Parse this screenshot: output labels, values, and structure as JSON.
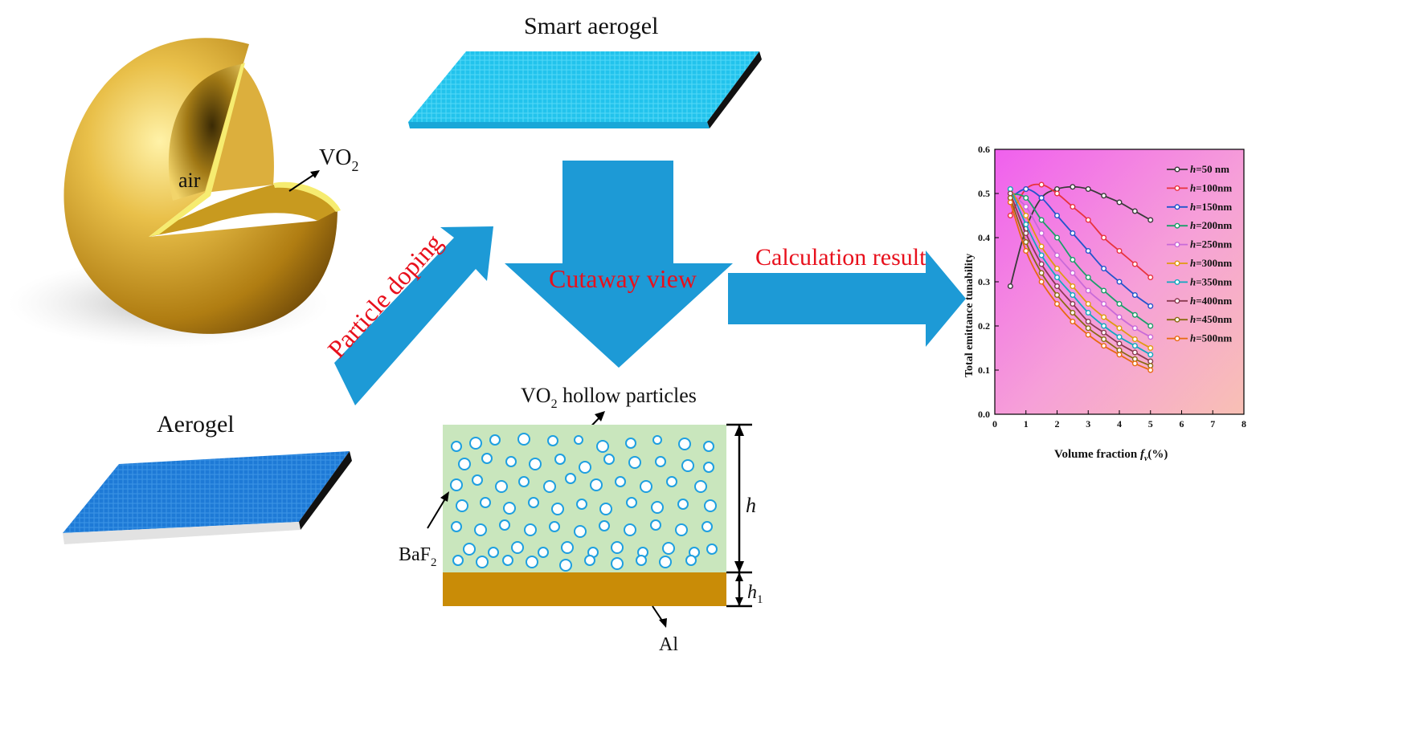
{
  "labels": {
    "smart_aerogel": "Smart aerogel",
    "air": "air",
    "vo2": "VO",
    "vo2_sub": "2",
    "particle_doping": "Particle doping",
    "cutaway_view": "Cutaway view",
    "calculation_result": "Calculation result",
    "aerogel": "Aerogel",
    "vo2_hollow_pre": "VO",
    "vo2_hollow_sub": "2",
    "vo2_hollow_post": " hollow particles",
    "baf": "BaF",
    "baf_sub": "2",
    "al": "Al",
    "h": "h",
    "h1": "h",
    "h1_sub": "1"
  },
  "colors": {
    "film": "#c9e6bd",
    "substrate": "#c98c07",
    "arrow": "#1d9ad6",
    "shell": "#e2b43a",
    "shell_rim": "#f5e86a",
    "red_text": "#e8101c"
  },
  "chart_data": {
    "type": "line",
    "xlabel_prefix": "Volume fraction ",
    "xlabel_var": "f",
    "xlabel_sub": "v",
    "xlabel_suffix": "(%)",
    "ylabel": "Total emittance tunability",
    "xlim": [
      0,
      8
    ],
    "ylim": [
      0.0,
      0.6
    ],
    "xticks": [
      "0",
      "1",
      "2",
      "3",
      "4",
      "5",
      "6",
      "7",
      "8"
    ],
    "yticks": [
      "0.0",
      "0.1",
      "0.2",
      "0.3",
      "0.4",
      "0.5",
      "0.6"
    ],
    "x": [
      0.5,
      1.0,
      1.5,
      2.0,
      2.5,
      3.0,
      3.5,
      4.0,
      4.5,
      5.0
    ],
    "series": [
      {
        "name": "h=50  nm",
        "color": "#3a3a3a",
        "values": [
          0.29,
          0.42,
          0.49,
          0.51,
          0.515,
          0.51,
          0.495,
          0.48,
          0.46,
          0.44
        ]
      },
      {
        "name": "h=100nm",
        "color": "#e8333d",
        "values": [
          0.45,
          0.51,
          0.52,
          0.5,
          0.47,
          0.44,
          0.4,
          0.37,
          0.34,
          0.31
        ]
      },
      {
        "name": "h=150nm",
        "color": "#2255cc",
        "values": [
          0.49,
          0.51,
          0.49,
          0.45,
          0.41,
          0.37,
          0.33,
          0.3,
          0.27,
          0.245
        ]
      },
      {
        "name": "h=200nm",
        "color": "#1a9e6a",
        "values": [
          0.5,
          0.49,
          0.44,
          0.4,
          0.35,
          0.31,
          0.28,
          0.25,
          0.225,
          0.2
        ]
      },
      {
        "name": "h=250nm",
        "color": "#c86ad8",
        "values": [
          0.5,
          0.47,
          0.41,
          0.36,
          0.32,
          0.28,
          0.25,
          0.22,
          0.195,
          0.175
        ]
      },
      {
        "name": "h=300nm",
        "color": "#e09a10",
        "values": [
          0.51,
          0.45,
          0.38,
          0.33,
          0.29,
          0.25,
          0.22,
          0.195,
          0.17,
          0.15
        ]
      },
      {
        "name": "h=350nm",
        "color": "#10a8c0",
        "values": [
          0.51,
          0.43,
          0.36,
          0.31,
          0.27,
          0.23,
          0.2,
          0.175,
          0.155,
          0.135
        ]
      },
      {
        "name": "h=400nm",
        "color": "#8a3a50",
        "values": [
          0.5,
          0.41,
          0.34,
          0.29,
          0.25,
          0.21,
          0.185,
          0.16,
          0.14,
          0.12
        ]
      },
      {
        "name": "h=450nm",
        "color": "#8a6a10",
        "values": [
          0.49,
          0.39,
          0.32,
          0.27,
          0.23,
          0.195,
          0.17,
          0.145,
          0.125,
          0.11
        ]
      },
      {
        "name": "h=500nm",
        "color": "#e86a10",
        "values": [
          0.48,
          0.37,
          0.3,
          0.25,
          0.21,
          0.18,
          0.155,
          0.135,
          0.115,
          0.1
        ]
      }
    ]
  },
  "particles": [
    [
      568,
      556,
      6
    ],
    [
      592,
      552,
      7
    ],
    [
      616,
      548,
      6
    ],
    [
      652,
      547,
      7
    ],
    [
      688,
      549,
      6
    ],
    [
      720,
      548,
      5
    ],
    [
      750,
      556,
      7
    ],
    [
      785,
      552,
      6
    ],
    [
      818,
      548,
      5
    ],
    [
      852,
      553,
      7
    ],
    [
      882,
      556,
      6
    ],
    [
      578,
      578,
      7
    ],
    [
      606,
      571,
      6
    ],
    [
      636,
      575,
      6
    ],
    [
      666,
      578,
      7
    ],
    [
      697,
      572,
      6
    ],
    [
      728,
      582,
      7
    ],
    [
      758,
      572,
      6
    ],
    [
      790,
      576,
      7
    ],
    [
      822,
      575,
      6
    ],
    [
      856,
      580,
      7
    ],
    [
      882,
      582,
      6
    ],
    [
      568,
      604,
      7
    ],
    [
      594,
      598,
      6
    ],
    [
      624,
      606,
      7
    ],
    [
      652,
      600,
      6
    ],
    [
      684,
      606,
      7
    ],
    [
      710,
      596,
      6
    ],
    [
      742,
      604,
      7
    ],
    [
      772,
      600,
      6
    ],
    [
      804,
      606,
      7
    ],
    [
      836,
      600,
      6
    ],
    [
      872,
      606,
      7
    ],
    [
      575,
      630,
      7
    ],
    [
      604,
      626,
      6
    ],
    [
      634,
      633,
      7
    ],
    [
      664,
      626,
      6
    ],
    [
      694,
      634,
      7
    ],
    [
      724,
      628,
      6
    ],
    [
      754,
      634,
      7
    ],
    [
      786,
      626,
      6
    ],
    [
      818,
      632,
      7
    ],
    [
      850,
      628,
      6
    ],
    [
      884,
      630,
      7
    ],
    [
      568,
      656,
      6
    ],
    [
      598,
      660,
      7
    ],
    [
      628,
      654,
      6
    ],
    [
      660,
      660,
      7
    ],
    [
      690,
      656,
      6
    ],
    [
      722,
      662,
      7
    ],
    [
      752,
      655,
      6
    ],
    [
      784,
      660,
      7
    ],
    [
      816,
      654,
      6
    ],
    [
      848,
      660,
      7
    ],
    [
      880,
      656,
      6
    ],
    [
      584,
      684,
      7
    ],
    [
      614,
      688,
      6
    ],
    [
      644,
      682,
      7
    ],
    [
      676,
      688,
      6
    ],
    [
      706,
      682,
      7
    ],
    [
      738,
      688,
      6
    ],
    [
      768,
      682,
      7
    ],
    [
      800,
      688,
      6
    ],
    [
      832,
      683,
      7
    ],
    [
      864,
      688,
      6
    ],
    [
      886,
      684,
      6
    ],
    [
      570,
      698,
      6
    ],
    [
      600,
      700,
      7
    ],
    [
      632,
      698,
      6
    ],
    [
      662,
      700,
      7
    ],
    [
      704,
      704,
      7
    ],
    [
      734,
      698,
      6
    ],
    [
      768,
      702,
      7
    ],
    [
      798,
      698,
      6
    ],
    [
      828,
      700,
      7
    ],
    [
      860,
      698,
      6
    ]
  ]
}
